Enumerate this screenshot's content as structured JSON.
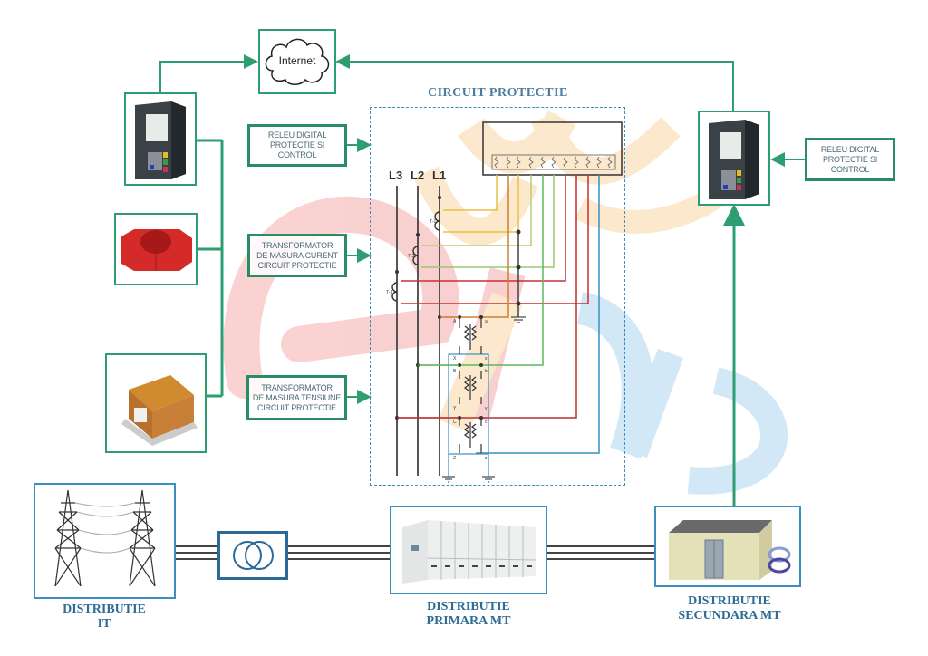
{
  "internet": {
    "label": "Internet"
  },
  "circuit": {
    "title": "CIRCUIT  PROTECTIE",
    "phases": [
      "L3",
      "L2",
      "L1"
    ],
    "ct_labels": [
      "T-1",
      "T-2",
      "T-3"
    ],
    "vt_terminals": [
      "A",
      "a",
      "X",
      "x",
      "B",
      "b",
      "Y",
      "y",
      "C",
      "c",
      "Z",
      "z"
    ]
  },
  "labels": {
    "relay_left": [
      "RELEU DIGITAL",
      "PROTECTIE SI",
      "CONTROL"
    ],
    "relay_right": [
      "RELEU DIGITAL",
      "PROTECTIE SI",
      "CONTROL"
    ],
    "current_transformer": [
      "TRANSFORMATOR",
      "DE MASURA CURENT",
      "CIRCUIT PROTECTIE"
    ],
    "voltage_transformer": [
      "TRANSFORMATOR",
      "DE MASURA TENSIUNE",
      "CIRCUIT PROTECTIE"
    ]
  },
  "distribution": {
    "it": [
      "DISTRIBUTIE",
      "IT"
    ],
    "primary": [
      "DISTRIBUTIE",
      "PRIMARA MT"
    ],
    "secondary": [
      "DISTRIBUTIE",
      "SECUNDARA MT"
    ]
  },
  "colors": {
    "connector_green": "#2e9e72",
    "frame_blue": "#3a8fc0",
    "caption_blue": "#2e6c95",
    "wire_yellow": "#e8c040",
    "wire_orange": "#d08030",
    "wire_green": "#5cb85c",
    "wire_red": "#c83030",
    "wire_blue": "#3a8fc0"
  }
}
